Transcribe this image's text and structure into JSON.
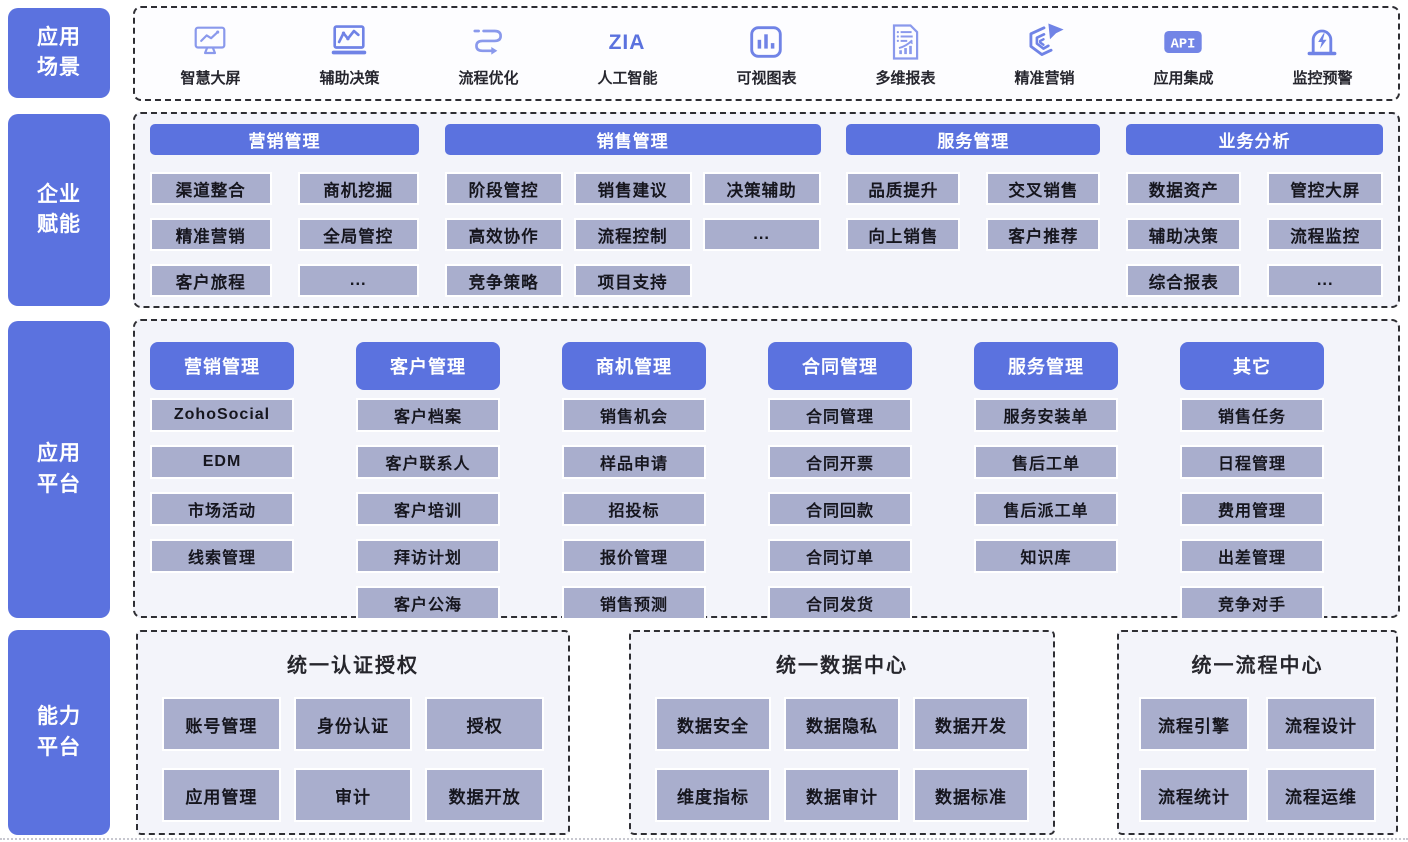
{
  "colors": {
    "accent_blue": "#5B72DF",
    "item_gray": "#A9AECD",
    "panel_bg": "#F3F4FA",
    "icon_blue": "#7083E6",
    "text_dark": "#16161e"
  },
  "rows": {
    "scenarios": {
      "label": "应用\n场景",
      "items": [
        {
          "icon": "smart-screen-icon",
          "label": "智慧大屏"
        },
        {
          "icon": "decision-monitor-icon",
          "label": "辅助决策"
        },
        {
          "icon": "process-optimize-icon",
          "label": "流程优化"
        },
        {
          "icon": "zia-icon",
          "label": "人工智能"
        },
        {
          "icon": "visual-chart-icon",
          "label": "可视图表"
        },
        {
          "icon": "multi-report-icon",
          "label": "多维报表"
        },
        {
          "icon": "precision-marketing-icon",
          "label": "精准营销"
        },
        {
          "icon": "api-icon",
          "label": "应用集成"
        },
        {
          "icon": "monitor-alert-icon",
          "label": "监控预警"
        }
      ]
    },
    "empowerment": {
      "label": "企业\n赋能",
      "sections": [
        {
          "title": "营销管理",
          "cols": 2,
          "items": [
            "渠道整合",
            "商机挖掘",
            "精准营销",
            "全局管控",
            "客户旅程",
            "..."
          ]
        },
        {
          "title": "销售管理",
          "cols": 3,
          "items": [
            "阶段管控",
            "销售建议",
            "决策辅助",
            "高效协作",
            "流程控制",
            "...",
            "竞争策略",
            "项目支持"
          ]
        },
        {
          "title": "服务管理",
          "cols": 2,
          "items": [
            "品质提升",
            "交叉销售",
            "向上销售",
            "客户推荐"
          ]
        },
        {
          "title": "业务分析",
          "cols": 2,
          "items": [
            "数据资产",
            "管控大屏",
            "辅助决策",
            "流程监控",
            "综合报表",
            "..."
          ]
        }
      ]
    },
    "platform": {
      "label": "应用\n平台",
      "columns": [
        {
          "title": "营销管理",
          "items": [
            "ZohoSocial",
            "EDM",
            "市场活动",
            "线索管理"
          ]
        },
        {
          "title": "客户管理",
          "items": [
            "客户档案",
            "客户联系人",
            "客户培训",
            "拜访计划",
            "客户公海"
          ]
        },
        {
          "title": "商机管理",
          "items": [
            "销售机会",
            "样品申请",
            "招投标",
            "报价管理",
            "销售预测"
          ]
        },
        {
          "title": "合同管理",
          "items": [
            "合同管理",
            "合同开票",
            "合同回款",
            "合同订单",
            "合同发货"
          ]
        },
        {
          "title": "服务管理",
          "items": [
            "服务安装单",
            "售后工单",
            "售后派工单",
            "知识库"
          ]
        },
        {
          "title": "其它",
          "items": [
            "销售任务",
            "日程管理",
            "费用管理",
            "出差管理",
            "竞争对手"
          ]
        }
      ]
    },
    "capabilities": {
      "label": "能力\n平台",
      "groups": [
        {
          "title": "统一认证授权",
          "cols": 3,
          "items": [
            "账号管理",
            "身份认证",
            "授权",
            "应用管理",
            "审计",
            "数据开放"
          ]
        },
        {
          "title": "统一数据中心",
          "cols": 3,
          "items": [
            "数据安全",
            "数据隐私",
            "数据开发",
            "维度指标",
            "数据审计",
            "数据标准"
          ]
        },
        {
          "title": "统一流程中心",
          "cols": 2,
          "items": [
            "流程引擎",
            "流程设计",
            "流程统计",
            "流程运维"
          ]
        }
      ]
    }
  }
}
